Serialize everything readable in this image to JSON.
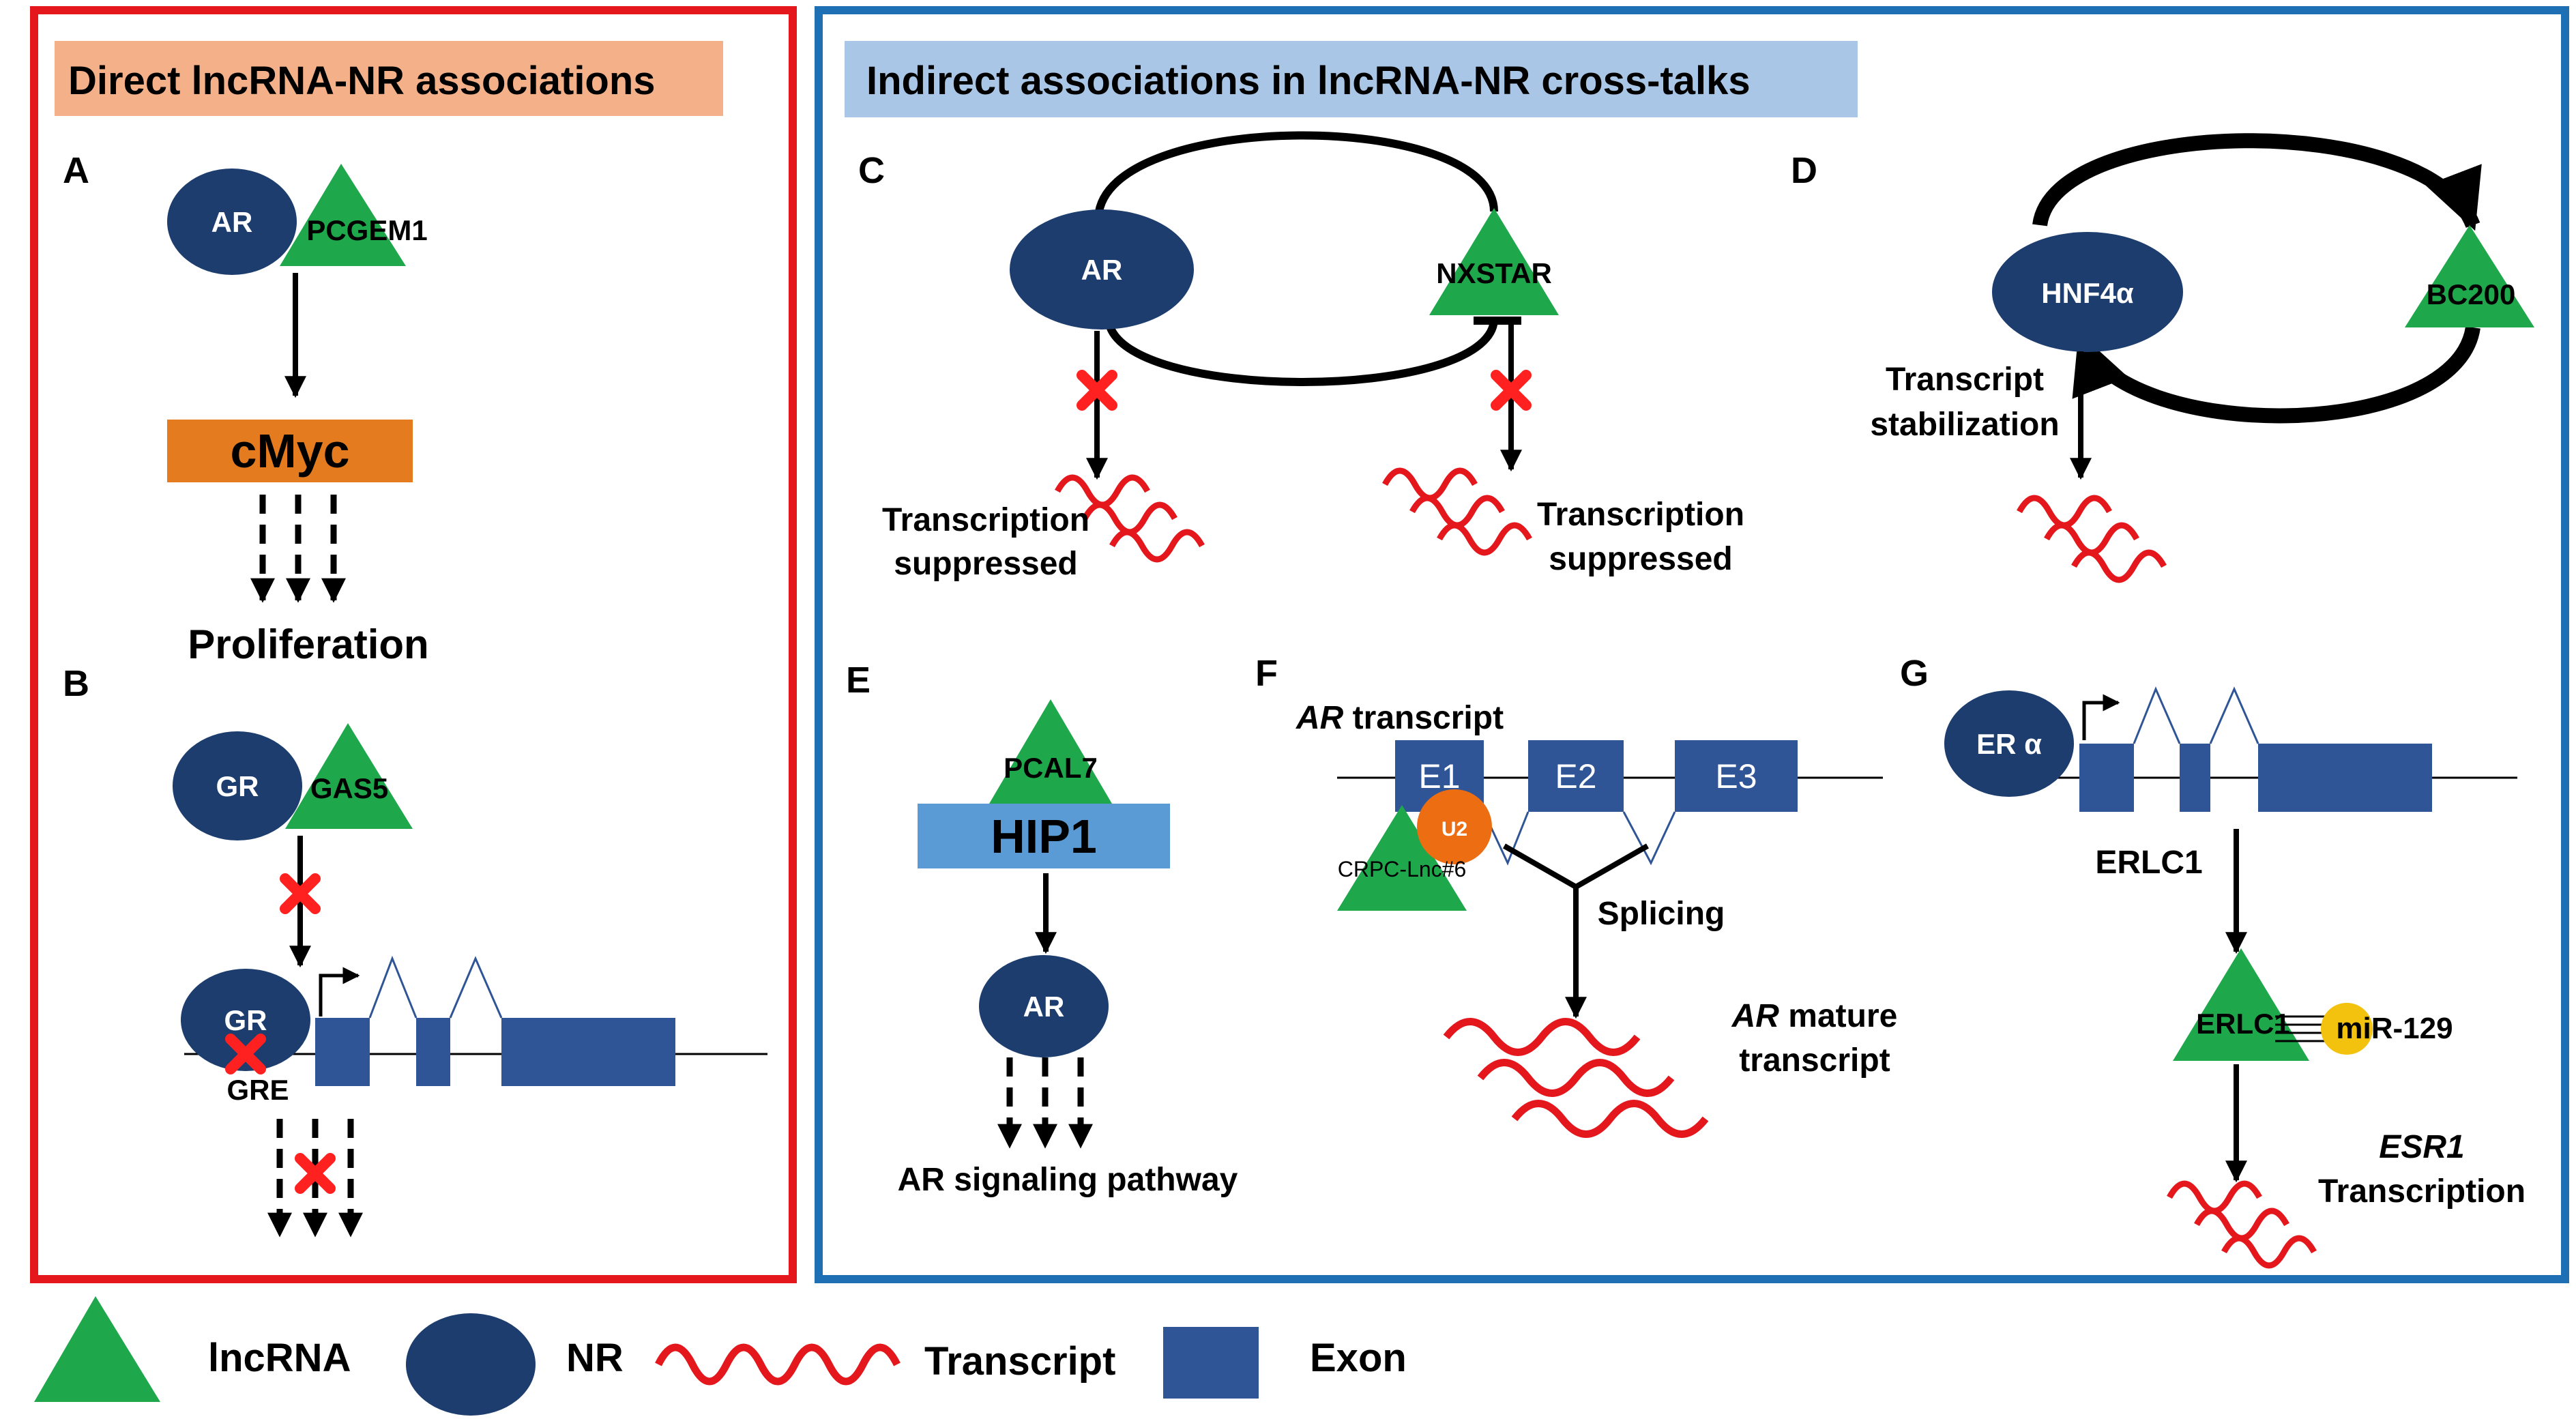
{
  "left_panel": {
    "title": "Direct lncRNA-NR associations"
  },
  "right_panel": {
    "title": "Indirect associations in lncRNA-NR cross-talks"
  },
  "panel_a": {
    "letter": "A",
    "nr": "AR",
    "lncrna": "PCGEM1",
    "target": "cMyc",
    "outcome": "Proliferation"
  },
  "panel_b": {
    "letter": "B",
    "nr": "GR",
    "lncrna": "GAS5",
    "nr_bound": "GR",
    "element": "GRE"
  },
  "panel_c": {
    "letter": "C",
    "nr": "AR",
    "lncrna": "NXSTAR",
    "left_label_1": "Transcription",
    "left_label_2": "suppressed",
    "right_label_1": "Transcription",
    "right_label_2": "suppressed"
  },
  "panel_d": {
    "letter": "D",
    "nr": "HNF4α",
    "lncrna": "BC200",
    "label_1": "Transcript",
    "label_2": "stabilization"
  },
  "panel_e": {
    "letter": "E",
    "lncrna": "PCAL7",
    "protein": "HIP1",
    "nr": "AR",
    "outcome": "AR signaling pathway"
  },
  "panel_f": {
    "letter": "F",
    "transcript_italic": "AR",
    "transcript_rest": " transcript",
    "exons": [
      "E1",
      "E2",
      "E3"
    ],
    "u2": "U2",
    "lncrna": "CRPC-Lnc#6",
    "splicing": "Splicing",
    "mature_italic": "AR",
    "mature_rest": " mature",
    "mature_line2": "transcript"
  },
  "panel_g": {
    "letter": "G",
    "nr": "ER α",
    "gene": "ERLC1",
    "lncrna": "ERLC1",
    "mirna": "miR-129",
    "target_italic": "ESR1",
    "target_line2": "Transcription"
  },
  "legend": {
    "lncrna": "lncRNA",
    "nr": "NR",
    "transcript": "Transcript",
    "exon": "Exon"
  },
  "colors": {
    "left_border": "#e3171c",
    "right_border": "#1f6fb5",
    "left_title_bg": "#f4b189",
    "right_title_bg": "#a9c6e6",
    "nr_ellipse": "#1c3d6e",
    "lncrna_triangle": "#1ea84b",
    "transcript_wave": "#e3171c",
    "exon": "#2f5597",
    "cmyc_box": "#e47b1f",
    "hip1_box": "#5b9bd5",
    "u2": "#ed6d12",
    "mirna": "#f3c20f"
  }
}
